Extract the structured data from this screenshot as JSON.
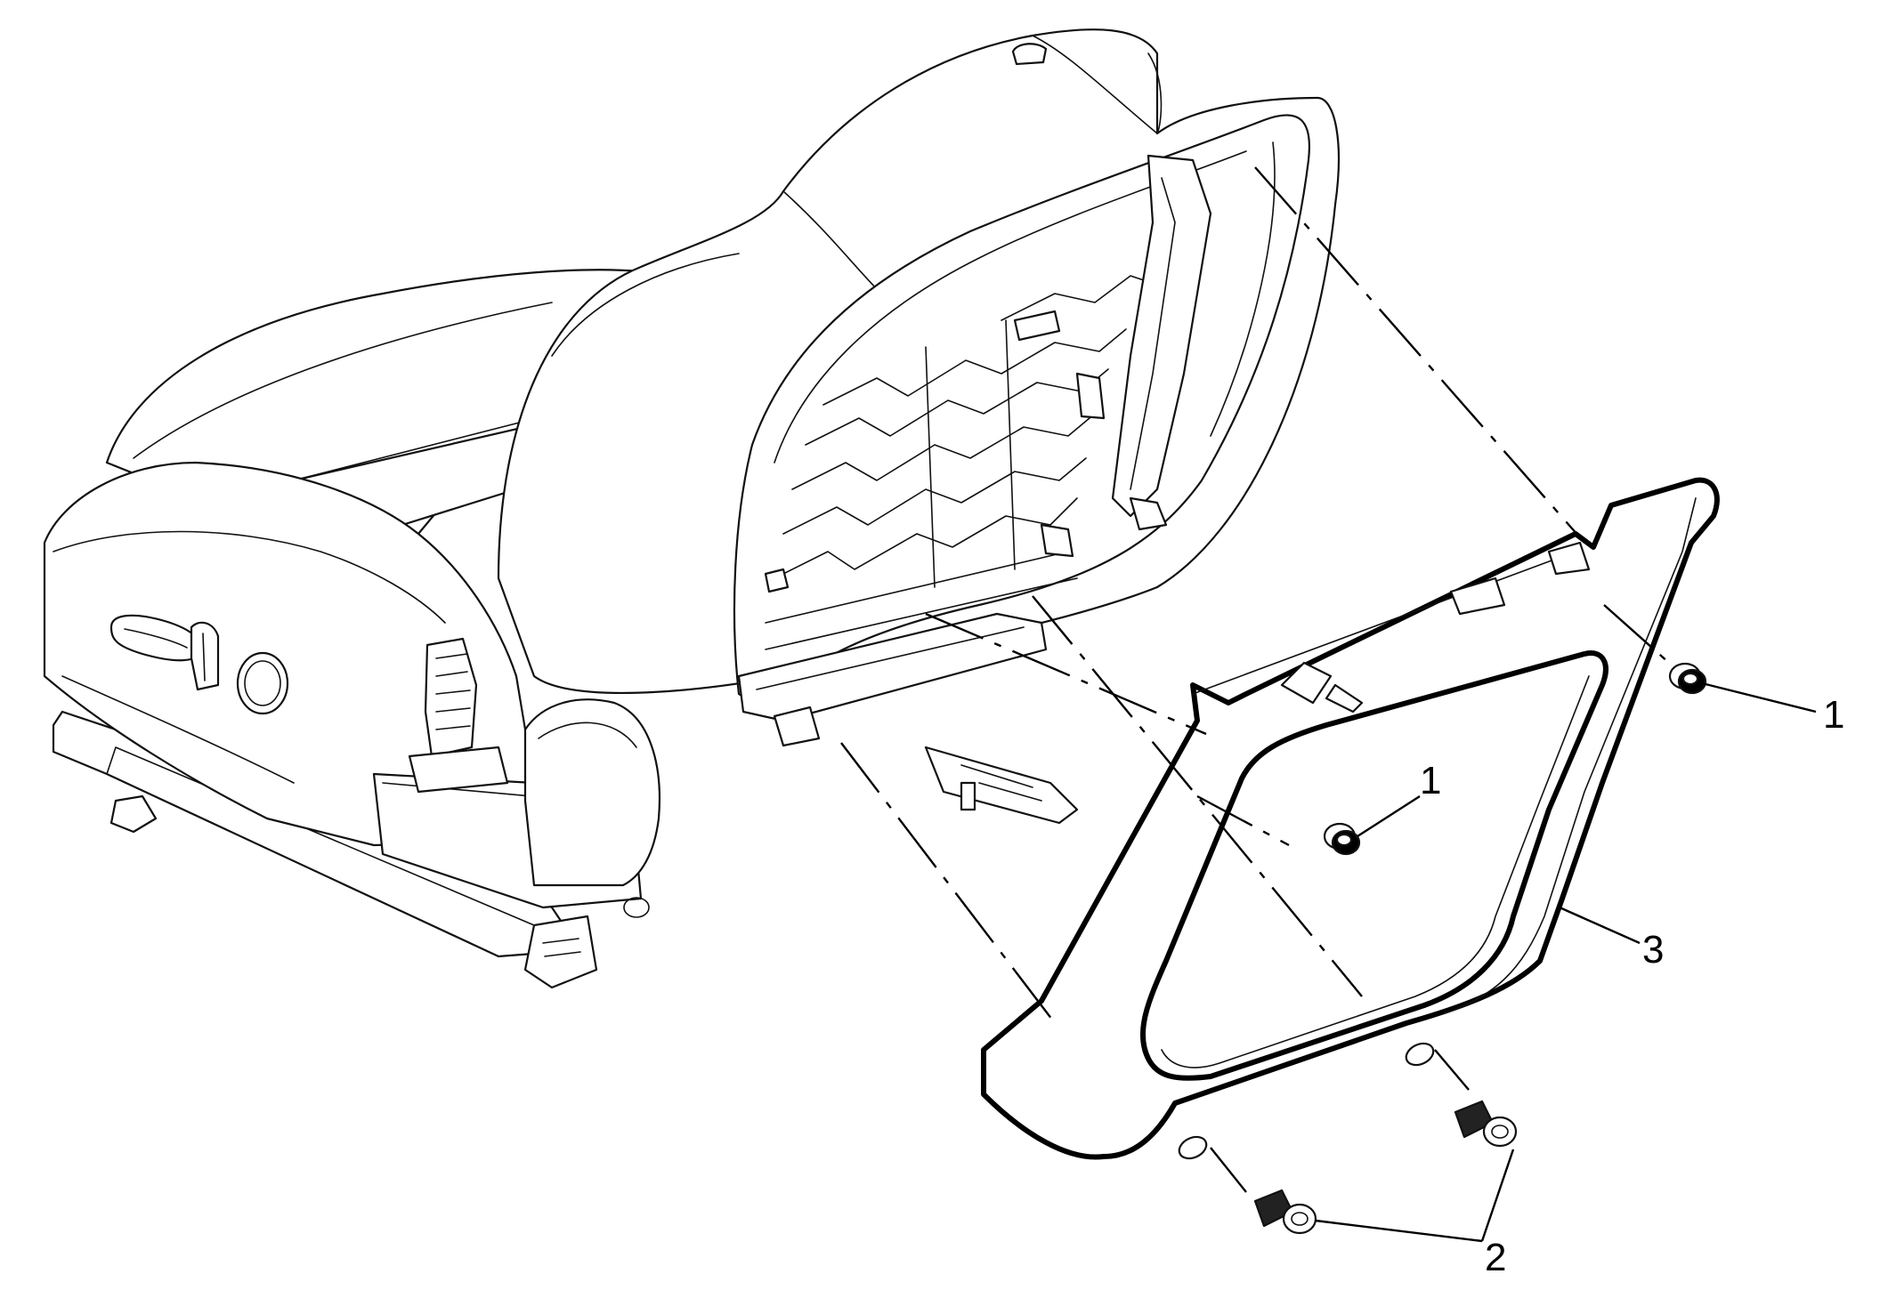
{
  "callouts": {
    "fastener_upper": "1",
    "fastener_center": "1",
    "fasteners_lower": "2",
    "trim_panel": "3"
  },
  "colors": {
    "line": "#000000",
    "background": "#ffffff"
  }
}
